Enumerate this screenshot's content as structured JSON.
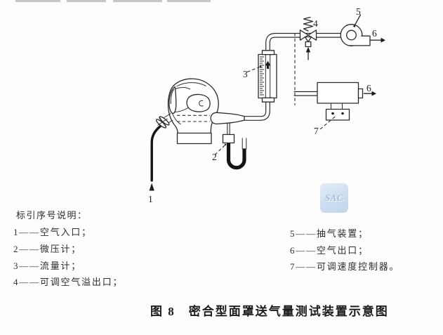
{
  "figure": {
    "caption": "图 8　密合型面罩送气量测试装置示意图"
  },
  "watermark": {
    "text": "SAC"
  },
  "callouts": {
    "air_inlet": "1",
    "micromanometer": "2",
    "flowmeter": "3",
    "relief_valve": "4",
    "extraction_device": "5",
    "air_outlet_top": "6",
    "air_outlet_mid": "6",
    "speed_controller": "7"
  },
  "legend": {
    "title": "标引序号说明：",
    "left": [
      "1——空气入口；",
      "2——微压计；",
      "3——流量计；",
      "4——可调空气溢出口；"
    ],
    "right": [
      "5——抽气装置；",
      "6——空气出口；",
      "7——可调速度控制器。"
    ]
  }
}
